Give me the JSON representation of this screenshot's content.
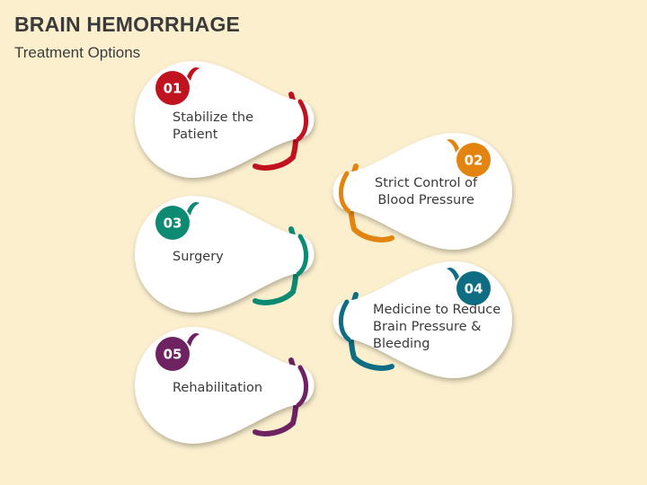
{
  "header": {
    "title": "BRAIN HEMORRHAGE",
    "subtitle": "Treatment Options"
  },
  "steps": [
    {
      "number": "01",
      "label": "Stabilize the\nPatient",
      "color": "#c0121f"
    },
    {
      "number": "02",
      "label": "Strict Control of\nBlood Pressure",
      "color": "#e38410"
    },
    {
      "number": "03",
      "label": "Surgery",
      "color": "#0d8a72"
    },
    {
      "number": "04",
      "label": "Medicine to Reduce\nBrain Pressure &\nBleeding",
      "color": "#0e6d82"
    },
    {
      "number": "05",
      "label": "Rehabilitation",
      "color": "#6e2261"
    }
  ]
}
